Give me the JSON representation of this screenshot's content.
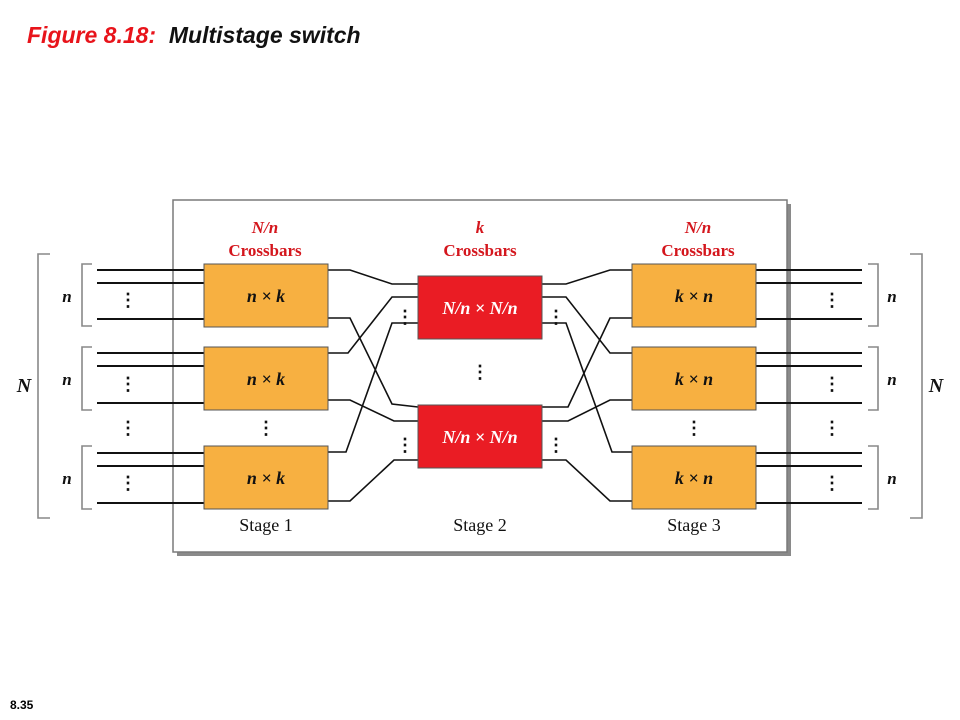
{
  "slide": {
    "figure_label": "Figure 8.18:",
    "figure_title": "Multistage switch",
    "page_number": "8.35"
  },
  "diagram": {
    "stage1": {
      "header_top": "N/n",
      "header_bottom": "Crossbars",
      "box_label": "n × k",
      "footer": "Stage 1",
      "group_label": "n"
    },
    "stage2": {
      "header_top": "k",
      "header_bottom": "Crossbars",
      "box_label": "N/n × N/n",
      "footer": "Stage 2"
    },
    "stage3": {
      "header_top": "N/n",
      "header_bottom": "Crossbars",
      "box_label": "k × n",
      "footer": "Stage 3",
      "group_label": "n"
    },
    "total_label": "N",
    "ellipsis": "⋮",
    "colors": {
      "outer_box": "#ffffff",
      "crossbar_outer": "#f7b041",
      "crossbar_middle": "#ea1c24",
      "header_text": "#d4161d",
      "line": "#111111"
    }
  }
}
